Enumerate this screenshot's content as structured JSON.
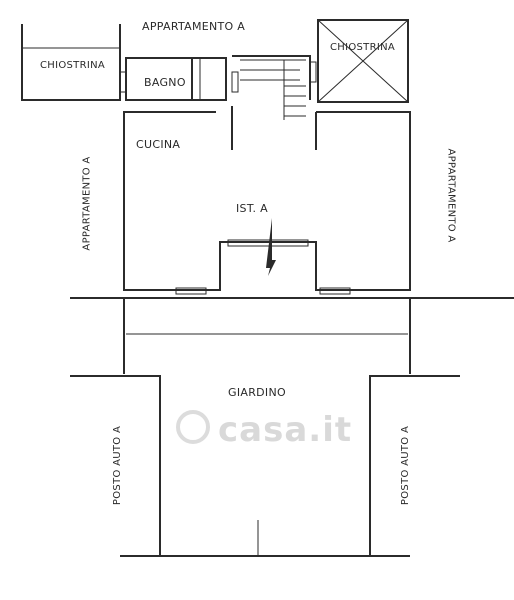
{
  "labels": {
    "appartamento_top": "APPARTAMENTO A",
    "chiostrina_left": "CHIOSTRINA",
    "chiostrina_right": "CHIOSTRINA",
    "bagno": "BAGNO",
    "cucina": "CUCINA",
    "appartamento_left": "APPARTAMENTO A",
    "appartamento_right": "APPARTAMENTO A",
    "ist": "IST. A",
    "giardino": "GIARDINO",
    "posto_auto_left": "POSTO AUTO A",
    "posto_auto_right": "POSTO AUTO A"
  },
  "watermark": "casa.it",
  "colors": {
    "line": "#2b2b2b",
    "paper": "#ffffff",
    "watermark": "#d9d9d9"
  }
}
